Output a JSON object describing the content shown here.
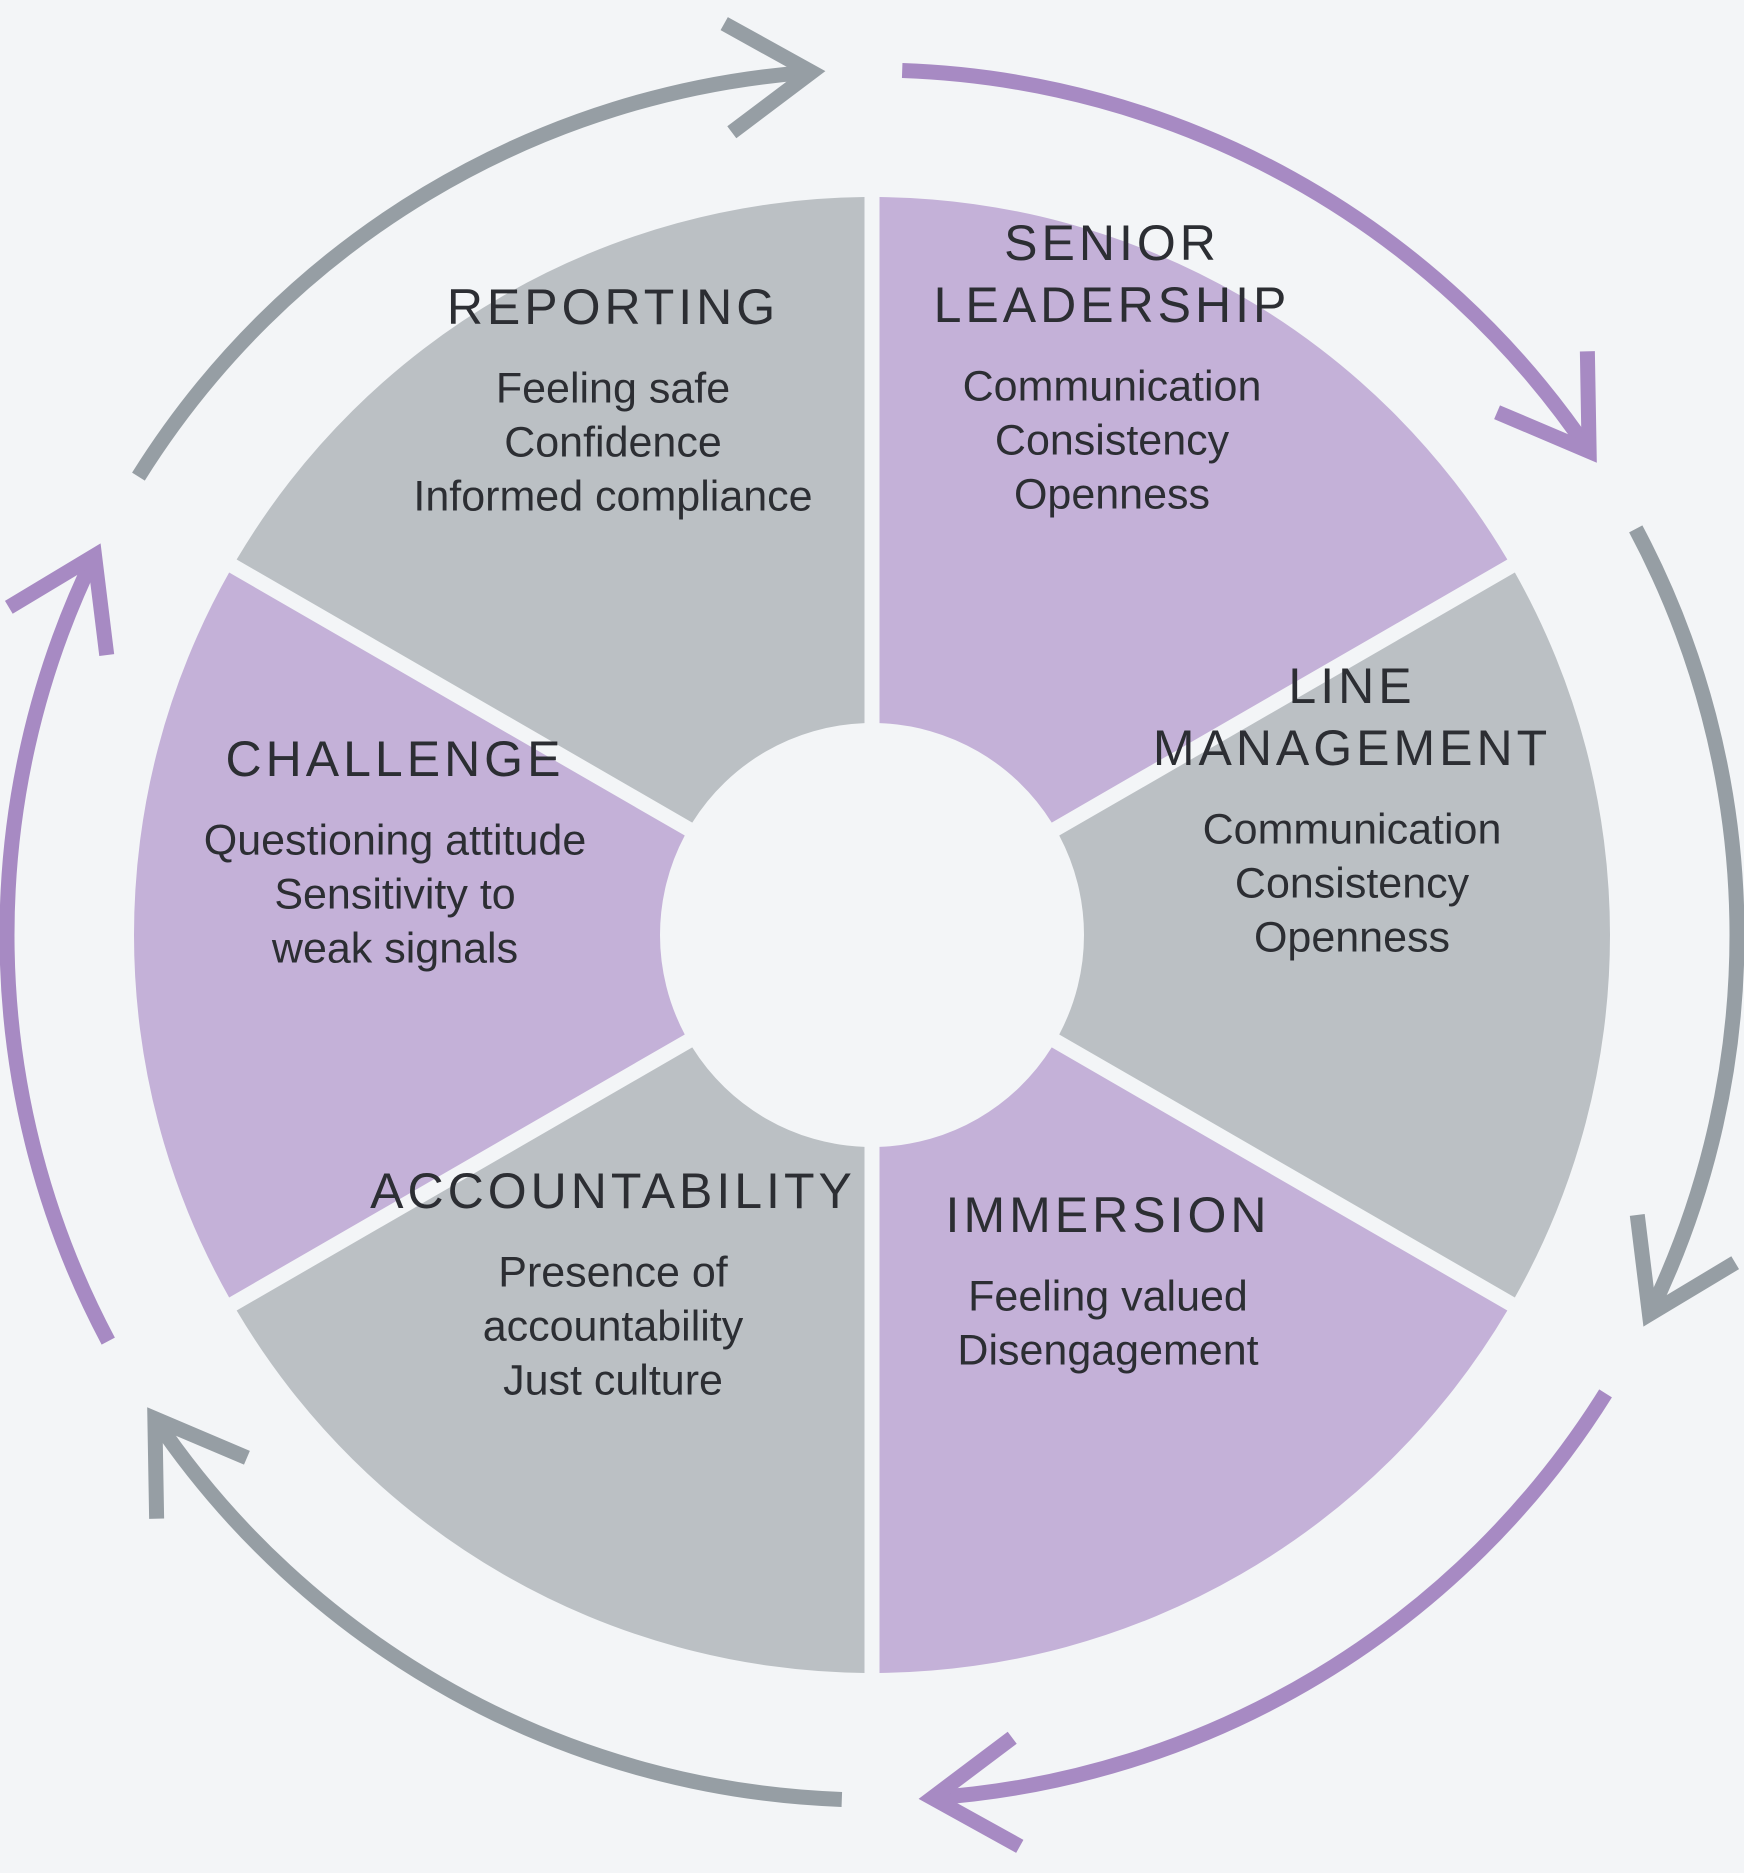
{
  "colors": {
    "background": "#f3f5f7",
    "purple": "#c4b1d8",
    "gray": "#bbc0c4",
    "arrow_purple": "#a78ac3",
    "arrow_gray": "#969ea4",
    "text": "#2c2e33"
  },
  "segments": [
    {
      "id": "senior-leadership",
      "fill": "purple",
      "title": [
        "SENIOR",
        "LEADERSHIP"
      ],
      "items": [
        "Communication",
        "Consistency",
        "Openness"
      ]
    },
    {
      "id": "line-management",
      "fill": "gray",
      "title": [
        "LINE",
        "MANAGEMENT"
      ],
      "items": [
        "Communication",
        "Consistency",
        "Openness"
      ]
    },
    {
      "id": "immersion",
      "fill": "purple",
      "title": [
        "IMMERSION"
      ],
      "items": [
        "Feeling valued",
        "Disengagement"
      ]
    },
    {
      "id": "accountability",
      "fill": "gray",
      "title": [
        "ACCOUNTABILITY"
      ],
      "items": [
        "Presence of",
        "accountability",
        "Just culture"
      ]
    },
    {
      "id": "challenge",
      "fill": "purple",
      "title": [
        "CHALLENGE"
      ],
      "items": [
        "Questioning attitude",
        "Sensitivity to",
        "weak signals"
      ]
    },
    {
      "id": "reporting",
      "fill": "gray",
      "title": [
        "REPORTING"
      ],
      "items": [
        "Feeling safe",
        "Confidence",
        "Informed compliance"
      ]
    }
  ],
  "cycle_arrows": [
    {
      "color": "purple",
      "direction": "clockwise"
    },
    {
      "color": "gray",
      "direction": "clockwise"
    },
    {
      "color": "purple",
      "direction": "clockwise"
    },
    {
      "color": "gray",
      "direction": "clockwise"
    },
    {
      "color": "purple",
      "direction": "clockwise"
    },
    {
      "color": "gray",
      "direction": "clockwise"
    }
  ]
}
